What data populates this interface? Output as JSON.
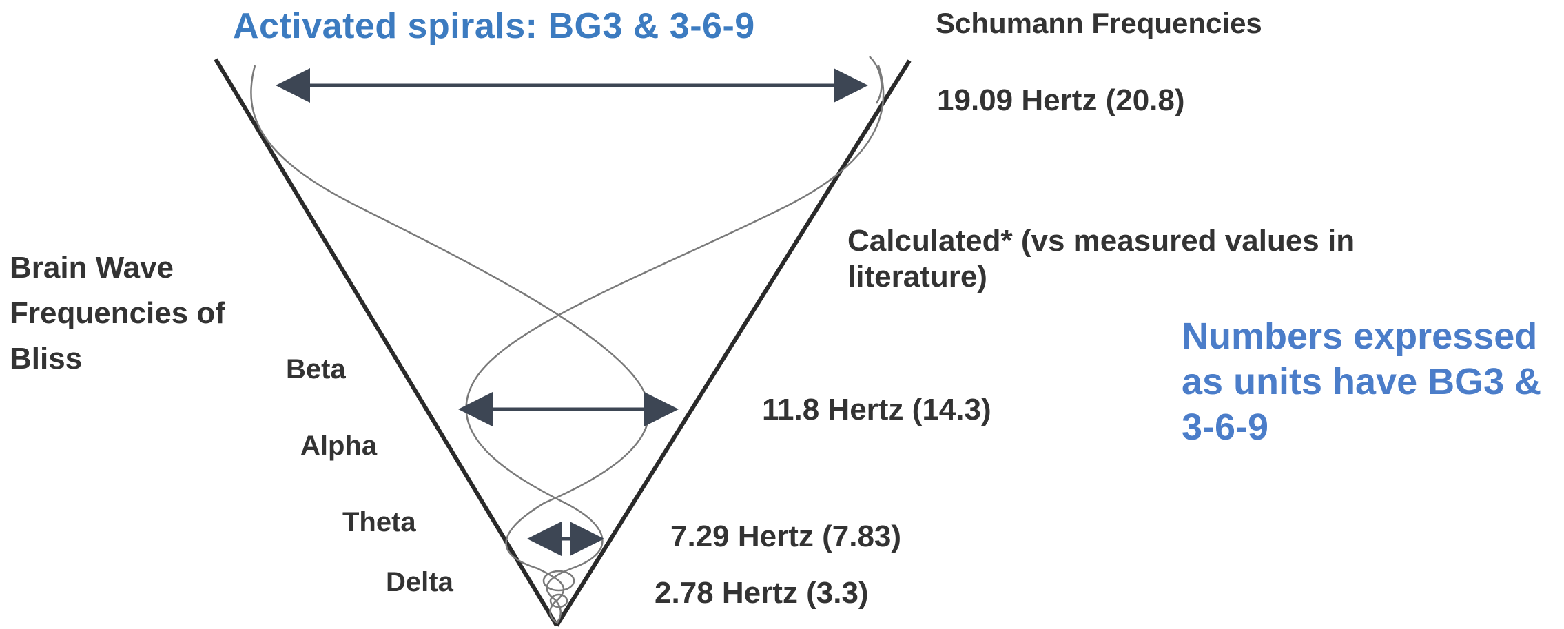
{
  "title": "Activated spirals: BG3 & 3-6-9",
  "schumann_heading": "Schumann Frequencies",
  "schumann_value": "19.09 Hertz (20.8)",
  "calculated_note": "Calculated* (vs measured values in literature)",
  "brain_wave_heading": "Brain Wave Frequencies of Bliss",
  "bands": {
    "beta": "Beta",
    "alpha": "Alpha",
    "theta": "Theta",
    "delta": "Delta"
  },
  "frequencies": {
    "f1": "11.8 Hertz (14.3)",
    "f2": "7.29 Hertz (7.83)",
    "f3": "2.78 Hertz (3.3)"
  },
  "note": "Numbers expressed as units have BG3 & 3-6-9",
  "colors": {
    "title_blue": "#3c7bc0",
    "note_blue": "#4b7dc9",
    "text": "#333333",
    "cone": "#2a2a2a",
    "spiral": "#7a7a7a",
    "arrow": "#3d4654"
  }
}
